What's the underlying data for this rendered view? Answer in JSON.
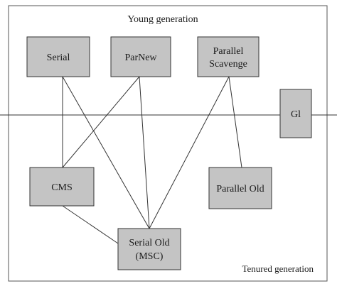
{
  "regions": {
    "young_label": "Young generation",
    "tenured_label": "Tenured generation"
  },
  "collectors": {
    "serial": {
      "line1": "Serial"
    },
    "parnew": {
      "line1": "ParNew"
    },
    "parallel_scavenge": {
      "line1": "Parallel",
      "line2": "Scavenge"
    },
    "g1": {
      "line1": "Gl"
    },
    "cms": {
      "line1": "CMS"
    },
    "parallel_old": {
      "line1": "Parallel Old"
    },
    "serial_old": {
      "line1": "Serial Old",
      "line2": "(MSC)"
    }
  },
  "colors": {
    "box_fill": "#c4c4c4",
    "stroke": "#333333",
    "text": "#1a1a1a"
  }
}
